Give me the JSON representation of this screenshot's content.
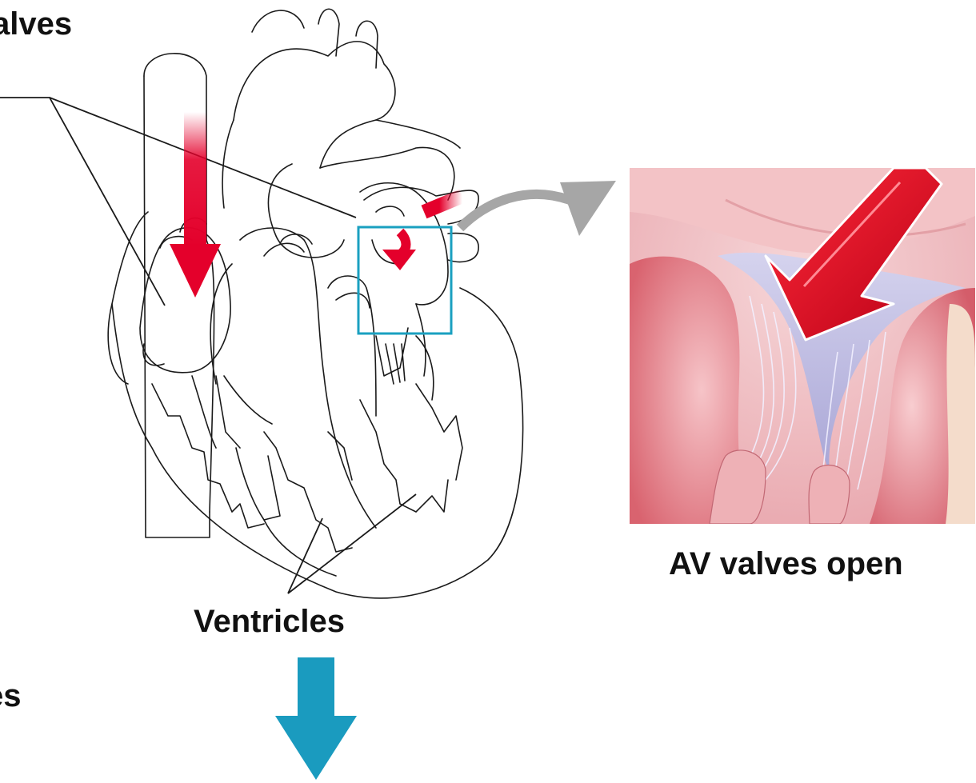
{
  "labels": {
    "top_partial": "alves",
    "bottom_partial": "es",
    "ventricles": "Ventricles",
    "caption": "AV valves open"
  },
  "colors": {
    "blood_arrow": "#e4002b",
    "flow_arrow": "#1a9bbf",
    "zoom_box": "#1aa0c0",
    "callout_arrow": "#a6a6a6",
    "valve_tissue": "#c9c7e6",
    "muscle": "#e88a95"
  },
  "icons": {
    "downward_flow": "arrow-down-icon",
    "zoom_pointer": "curved-arrow-icon"
  }
}
